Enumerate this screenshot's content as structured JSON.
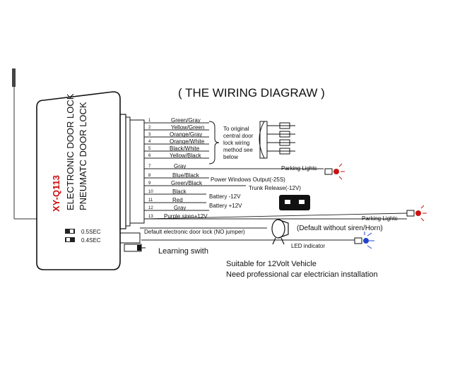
{
  "title": "( THE WIRING DIAGRAW )",
  "module": {
    "model": "XY-Q113",
    "line1": "ELECTRONIC DOOR LOCK",
    "line2": "PNEUMATC DOOR LOCK",
    "switch1_label": "0.5SEC",
    "switch2_label": "0.4SEC"
  },
  "wires": [
    {
      "num": "1",
      "label": "Green/Gray"
    },
    {
      "num": "2",
      "label": "Yellow/Green"
    },
    {
      "num": "3",
      "label": "Orange/Gray"
    },
    {
      "num": "4",
      "label": "Orange/White"
    },
    {
      "num": "5",
      "label": "Black/White"
    },
    {
      "num": "6",
      "label": "Yellow/Black"
    },
    {
      "num": "7",
      "label": "Gray"
    },
    {
      "num": "8",
      "label": "Blue/Black"
    },
    {
      "num": "9",
      "label": "Green/Black"
    },
    {
      "num": "10",
      "label": "Black"
    },
    {
      "num": "11",
      "label": "Red"
    },
    {
      "num": "12",
      "label": "Gray"
    },
    {
      "num": "13",
      "label": "Purple siren+12V"
    }
  ],
  "notes": {
    "central_lock_line1": "To original",
    "central_lock_line2": "central door",
    "central_lock_line3": "lock wiring",
    "central_lock_line4": "method see",
    "central_lock_line5": "below",
    "parking_lights_1": "Parking Lights",
    "power_windows": "Power Windows Output(-25S)",
    "trunk_release": "Trunk Release(-12V)",
    "battery_neg": "Battery  -12V",
    "battery_pos": "Battery +12V",
    "parking_lights_2": "Parking Lights",
    "default_lock": "Default electronic door lock (NO jumper)",
    "siren_note": "(Default without siren/Horn)",
    "led": "LED indicator",
    "learning": "Learning swith",
    "suitable": "Suitable for 12Volt Vehicle",
    "professional": "Need professional car electrician installation"
  },
  "colors": {
    "line": "#222222",
    "red": "#cc1111",
    "blue": "#2244cc"
  }
}
